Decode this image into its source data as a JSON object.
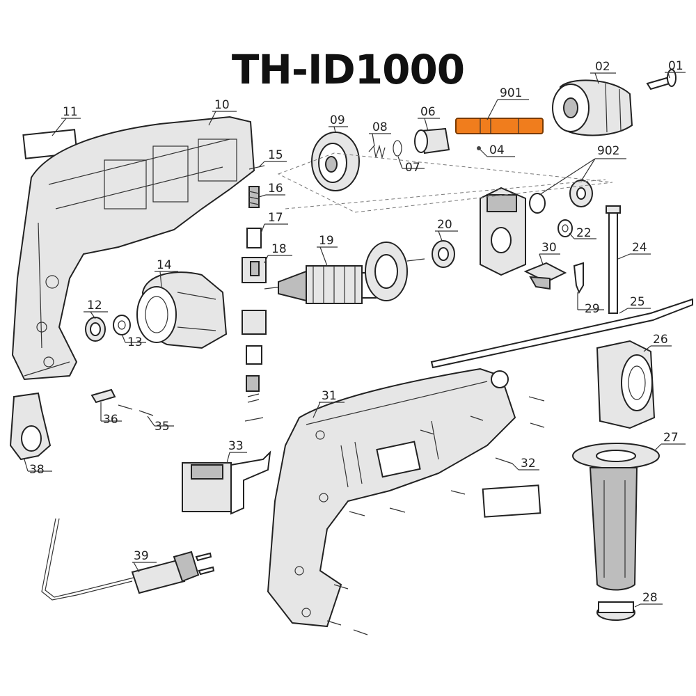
{
  "title": "TH-ID1000",
  "highlight_color": "#f07d1d",
  "highlighted_part": "901",
  "labels": {
    "p01": "01",
    "p02": "02",
    "p04": "04",
    "p06": "06",
    "p07": "07",
    "p08": "08",
    "p09": "09",
    "p10": "10",
    "p11": "11",
    "p12": "12",
    "p13": "13",
    "p14": "14",
    "p15": "15",
    "p16": "16",
    "p17": "17",
    "p18": "18",
    "p19": "19",
    "p20": "20",
    "p22": "22",
    "p24": "24",
    "p25": "25",
    "p26": "26",
    "p27": "27",
    "p28": "28",
    "p29": "29",
    "p30": "30",
    "p31": "31",
    "p32": "32",
    "p33": "33",
    "p35": "35",
    "p36": "36",
    "p38": "38",
    "p39": "39",
    "p901": "901",
    "p902": "902"
  }
}
